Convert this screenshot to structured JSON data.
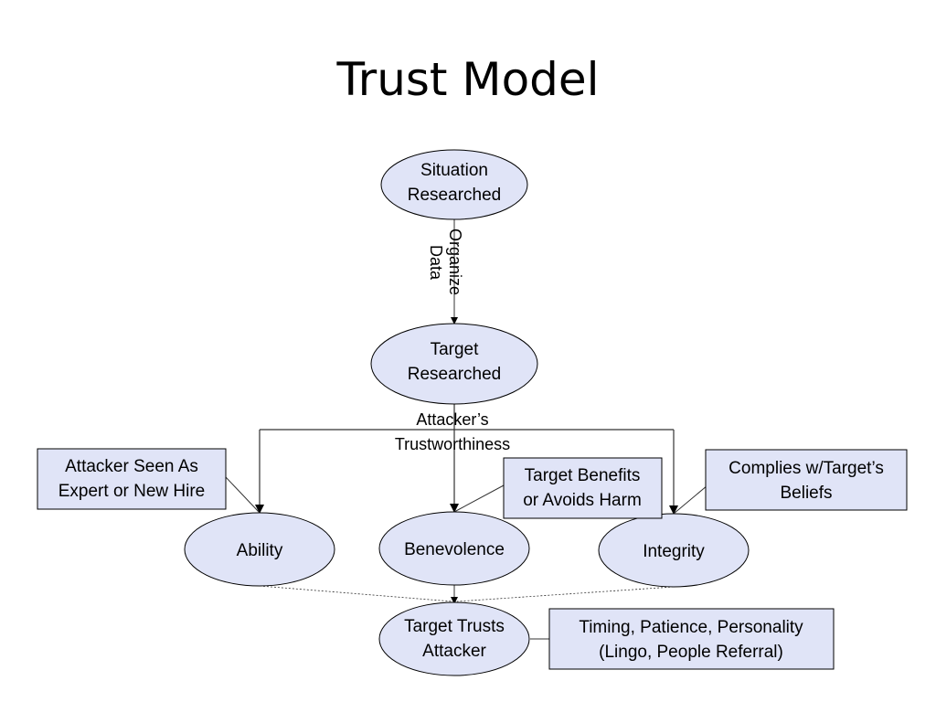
{
  "slide": {
    "title": "Trust Model"
  },
  "colors": {
    "node_fill": "#e0e4f7",
    "box_fill": "#e0e4f7",
    "stroke": "#000000",
    "line": "#333333",
    "background": "#ffffff"
  },
  "nodes": {
    "situation": {
      "line1": "Situation",
      "line2": "Researched"
    },
    "target": {
      "line1": "Target",
      "line2": "Researched"
    },
    "ability": {
      "label": "Ability"
    },
    "benevolence": {
      "label": "Benevolence"
    },
    "integrity": {
      "label": "Integrity"
    },
    "trusts": {
      "line1": "Target Trusts",
      "line2": "Attacker"
    }
  },
  "edges": {
    "organize": {
      "line1": "Organize",
      "line2": "Data"
    },
    "trustworthiness": {
      "line1": "Attacker’s",
      "line2": "Trustworthiness"
    }
  },
  "notes": {
    "expert": {
      "line1": "Attacker Seen As",
      "line2": "Expert or New Hire"
    },
    "benefits": {
      "line1": "Target Benefits",
      "line2": "or Avoids Harm"
    },
    "complies": {
      "line1": "Complies w/Target’s",
      "line2": "Beliefs"
    },
    "timing": {
      "line1": "Timing, Patience, Personality",
      "line2": "(Lingo, People Referral)"
    }
  }
}
